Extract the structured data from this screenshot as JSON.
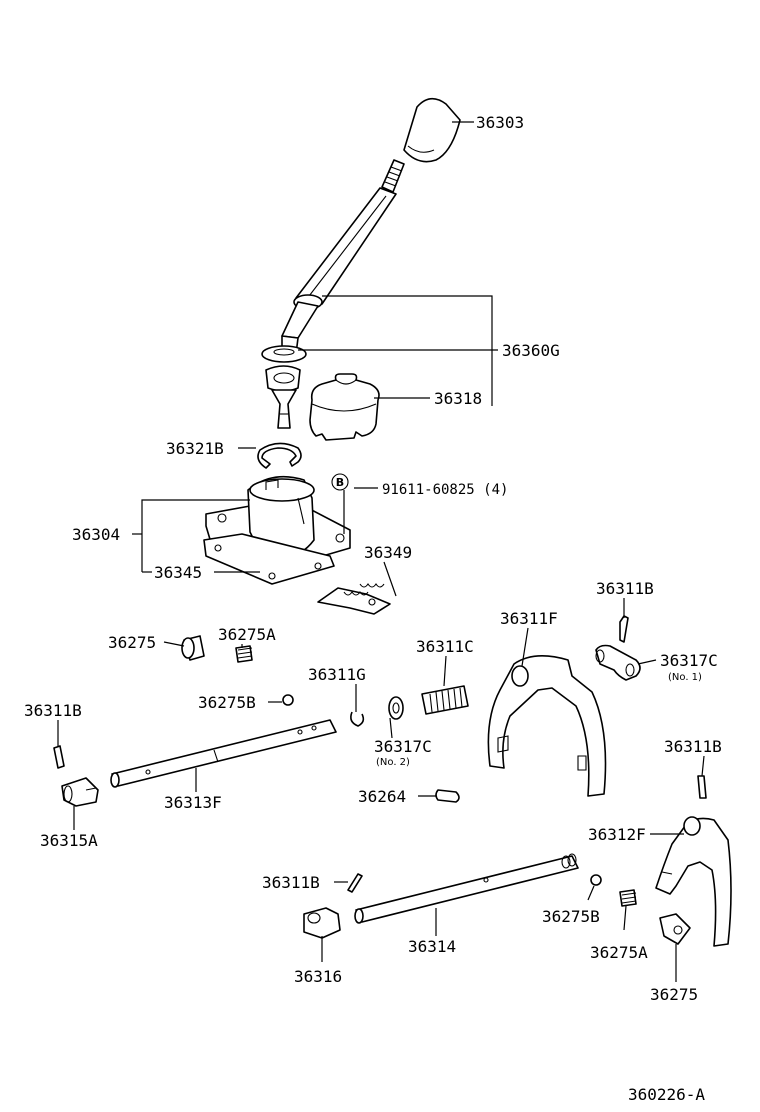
{
  "diagram": {
    "ref_code": "360226-A",
    "bolt_mark": "B",
    "labels": {
      "p36303": "36303",
      "p36360G": "36360G",
      "p36318": "36318",
      "p36321B": "36321B",
      "p91611": "91611-60825 (4)",
      "p36304": "36304",
      "p36345": "36345",
      "p36349": "36349",
      "p36311B_top": "36311B",
      "p36317C_right": "36317C",
      "p36317C_right_sub": "(No. 1)",
      "p36275_top": "36275",
      "p36275A_top": "36275A",
      "p36311F": "36311F",
      "p36311C": "36311C",
      "p36311G": "36311G",
      "p36275B_top": "36275B",
      "p36311B_left": "36311B",
      "p36317C_mid": "36317C",
      "p36317C_mid_sub": "(No. 2)",
      "p36311B_right": "36311B",
      "p36313F": "36313F",
      "p36264": "36264",
      "p36315A": "36315A",
      "p36312F": "36312F",
      "p36311B_bottom": "36311B",
      "p36275B_bottom": "36275B",
      "p36314": "36314",
      "p36275A_bottom": "36275A",
      "p36316": "36316",
      "p36275_bottom": "36275"
    }
  }
}
